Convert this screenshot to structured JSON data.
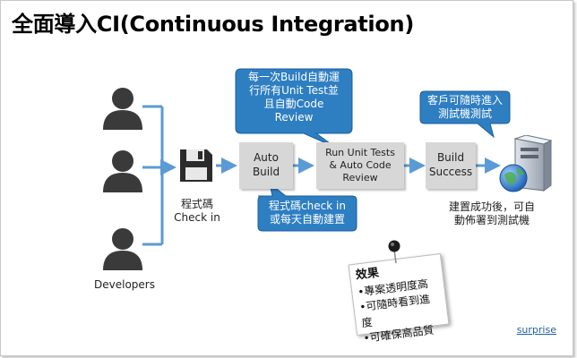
{
  "title": "全面導入CI(Continuous Integration)",
  "developers_label": "Developers",
  "checkin_label": [
    "程式碼",
    "Check in"
  ],
  "boxes": {
    "auto_build": [
      "Auto",
      "Build"
    ],
    "run_tests": [
      "Run Unit Tests",
      "& Auto Code",
      "Review"
    ],
    "build_success": [
      "Build",
      "Success"
    ]
  },
  "callouts": {
    "build_run": [
      "每一次Build自動運",
      "行所有Unit Test並",
      "且自動Code",
      "Review"
    ],
    "checkin_trigger": [
      "程式碼check in",
      "或每天自動建置"
    ],
    "customer": [
      "客戶可隨時進入",
      "測試機測試"
    ]
  },
  "deploy_label": [
    "建置成功後，可自",
    "動佈署到測試機"
  ],
  "note": {
    "title": "效果",
    "items": [
      "•專案透明度高",
      "•可隨時看到進度",
      "•可確保高品質"
    ]
  },
  "link_label": "surprise",
  "colors": {
    "arrow": "#5b9bd5",
    "callout": "#2e7ec2",
    "person": "#3a3a3a",
    "box": "#d7d7d7"
  },
  "icons": [
    "person-icon",
    "floppy-disk-icon",
    "server-globe-icon",
    "pushpin-icon"
  ]
}
